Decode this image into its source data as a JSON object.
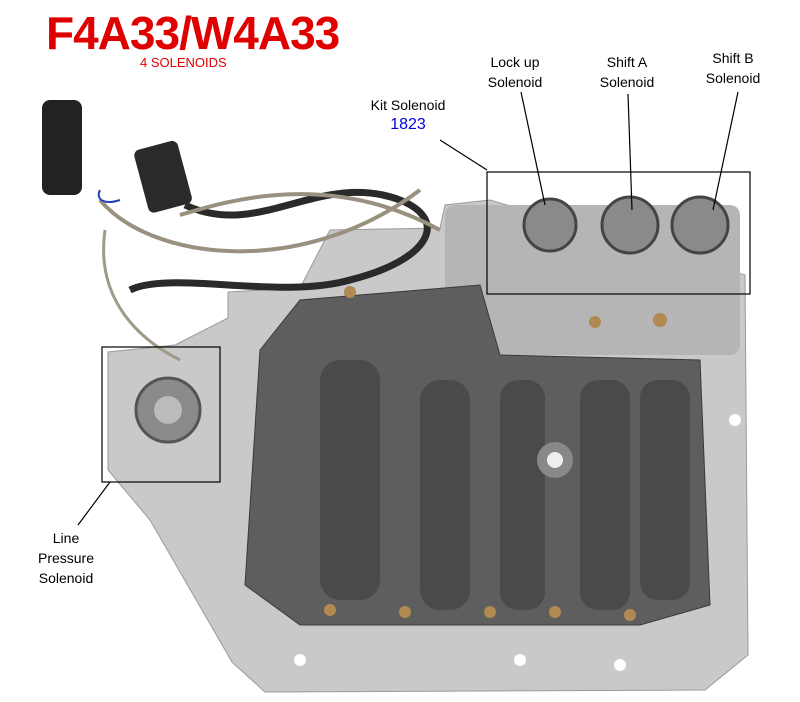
{
  "title": "F4A33/W4A33",
  "subtitle": "4 SOLENOIDS",
  "labels": {
    "kit_solenoid": "Kit Solenoid",
    "kit_number": "1823",
    "lockup": [
      "Lock up",
      "Solenoid"
    ],
    "shift_a": [
      "Shift A",
      "Solenoid"
    ],
    "shift_b": [
      "Shift B",
      "Solenoid"
    ],
    "line_pressure": [
      "Line",
      "Pressure",
      "Solenoid"
    ]
  },
  "colors": {
    "title": "#e00000",
    "kit_number": "#0000e0"
  }
}
